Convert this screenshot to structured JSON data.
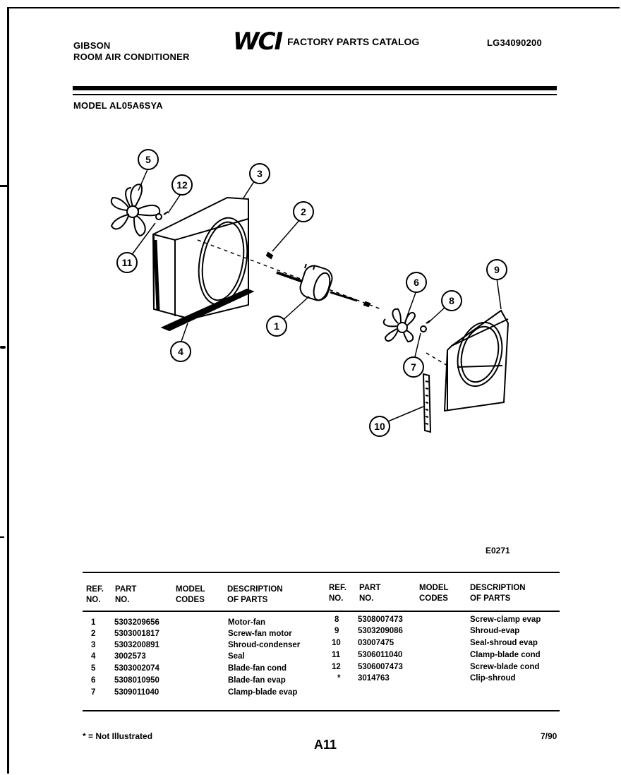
{
  "header": {
    "brand": "GIBSON",
    "product": "ROOM AIR CONDITIONER",
    "logo_text": "WCI",
    "catalog_title": "FACTORY PARTS CATALOG",
    "catalog_number": "LG34090200",
    "model_line": "MODEL AL05A6SYA"
  },
  "diagram": {
    "figure_code": "E0271",
    "callouts": [
      "5",
      "12",
      "11",
      "3",
      "2",
      "1",
      "4",
      "6",
      "8",
      "7",
      "9",
      "10"
    ]
  },
  "table": {
    "headers": {
      "ref_no": [
        "REF.",
        "NO."
      ],
      "part_no": [
        "PART",
        "NO."
      ],
      "model_codes": [
        "MODEL",
        "CODES"
      ],
      "description": [
        "DESCRIPTION",
        "OF PARTS"
      ]
    },
    "left_rows": [
      {
        "ref": "1",
        "part": "5303209656",
        "codes": "",
        "desc": "Motor-fan"
      },
      {
        "ref": "2",
        "part": "5303001817",
        "codes": "",
        "desc": "Screw-fan motor"
      },
      {
        "ref": "3",
        "part": "5303200891",
        "codes": "",
        "desc": "Shroud-condenser"
      },
      {
        "ref": "4",
        "part": "3002573",
        "codes": "",
        "desc": "Seal"
      },
      {
        "ref": "5",
        "part": "5303002074",
        "codes": "",
        "desc": "Blade-fan cond"
      },
      {
        "ref": "6",
        "part": "5308010950",
        "codes": "",
        "desc": "Blade-fan evap"
      },
      {
        "ref": "7",
        "part": "5309011040",
        "codes": "",
        "desc": "Clamp-blade evap"
      }
    ],
    "right_rows": [
      {
        "ref": "8",
        "part": "5308007473",
        "codes": "",
        "desc": "Screw-clamp evap"
      },
      {
        "ref": "9",
        "part": "5303209086",
        "codes": "",
        "desc": "Shroud-evap"
      },
      {
        "ref": "10",
        "part": "03007475",
        "codes": "",
        "desc": "Seal-shroud evap"
      },
      {
        "ref": "11",
        "part": "5306011040",
        "codes": "",
        "desc": "Clamp-blade cond"
      },
      {
        "ref": "12",
        "part": "5306007473",
        "codes": "",
        "desc": "Screw-blade cond"
      },
      {
        "ref": "*",
        "part": "3014763",
        "codes": "",
        "desc": "Clip-shroud"
      }
    ]
  },
  "footer": {
    "footnote": "* = Not Illustrated",
    "page_number": "A11",
    "date": "7/90"
  }
}
